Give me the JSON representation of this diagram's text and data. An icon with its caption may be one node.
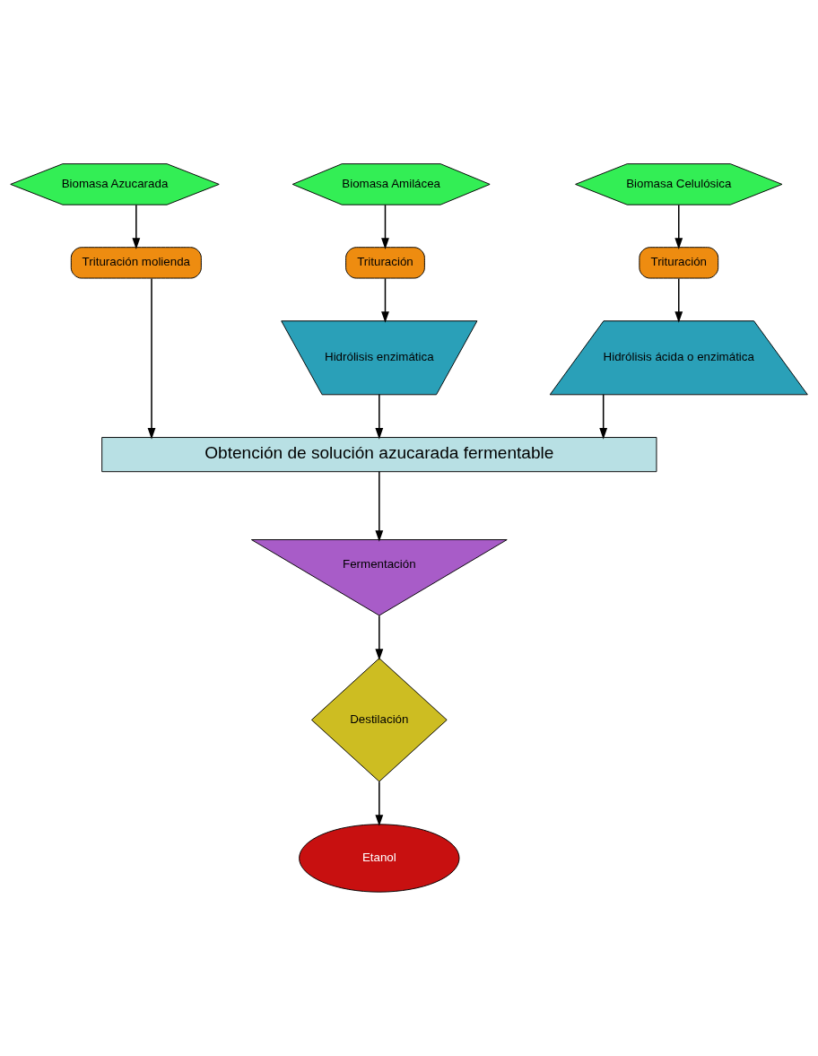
{
  "diagram": {
    "nodes": [
      {
        "text": [
          "Biomasa Azucarada"
        ]
      },
      {
        "text": [
          "Biomasa Amilácea"
        ]
      },
      {
        "text": [
          "Biomasa Celulósica"
        ]
      },
      {
        "text": [
          "Trituración molienda"
        ]
      },
      {
        "text": [
          "Trituración"
        ]
      },
      {
        "text": [
          "Trituración"
        ]
      },
      {
        "text": [
          "Hidrólisis enzimática"
        ]
      },
      {
        "text": [
          "Hidrólisis ácida o enzimática"
        ]
      },
      {
        "text": [
          "Obtención de solución azucarada fermentable"
        ]
      },
      {
        "text": [
          "Fermentación"
        ]
      },
      {
        "text": [
          "Destilación"
        ]
      },
      {
        "text": [
          "Etanol"
        ]
      }
    ],
    "edges": [
      {
        "from": 0,
        "to": 3,
        "arrow": "to"
      },
      {
        "from": 1,
        "to": 4,
        "arrow": "to"
      },
      {
        "from": 2,
        "to": 5,
        "arrow": "to"
      },
      {
        "from": 4,
        "to": 6,
        "arrow": "to"
      },
      {
        "from": 5,
        "to": 7,
        "arrow": "to"
      },
      {
        "from": 3,
        "to": 8,
        "arrow": "to"
      },
      {
        "from": 6,
        "to": 8,
        "arrow": "to"
      },
      {
        "from": 7,
        "to": 8,
        "arrow": "to"
      },
      {
        "from": 8,
        "to": 9,
        "arrow": "to"
      },
      {
        "from": 9,
        "to": 10,
        "arrow": "to"
      },
      {
        "from": 10,
        "to": 11,
        "arrow": "to"
      }
    ]
  }
}
